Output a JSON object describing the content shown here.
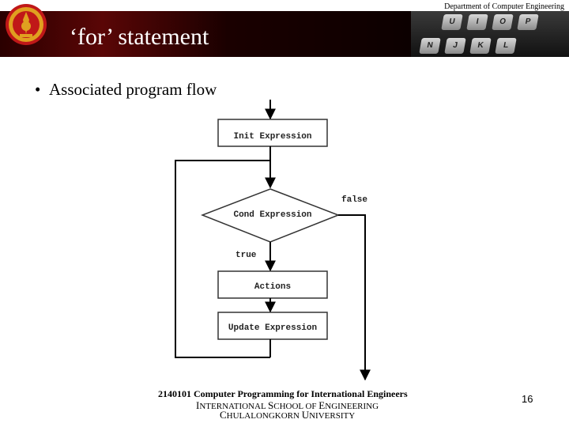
{
  "header": {
    "department": "Department of Computer Engineering",
    "title": "‘for’ statement",
    "keys_row1": [
      "U",
      "I",
      "O",
      "P"
    ],
    "keys_row2": [
      "N",
      "J",
      "K",
      "L"
    ]
  },
  "bullet": {
    "symbol": "•",
    "text": "Associated program flow"
  },
  "flowchart": {
    "init": "Init Expression",
    "cond": "Cond Expression",
    "false_label": "false",
    "true_label": "true",
    "actions": "Actions",
    "update": "Update Expression"
  },
  "footer": {
    "course": "2140101 Computer Programming for International Engineers",
    "line2": [
      "I",
      "NTERNATIONAL ",
      "S",
      "CHOOL OF ",
      "E",
      "NGINEERING"
    ],
    "line3": [
      "C",
      "HULALONGKORN ",
      "U",
      "NIVERSITY"
    ],
    "page_number": "16"
  },
  "colors": {
    "header_bar": "#1a0000",
    "title_text": "#ffffff",
    "logo_gold": "#e0a020",
    "logo_red": "#c01818"
  }
}
